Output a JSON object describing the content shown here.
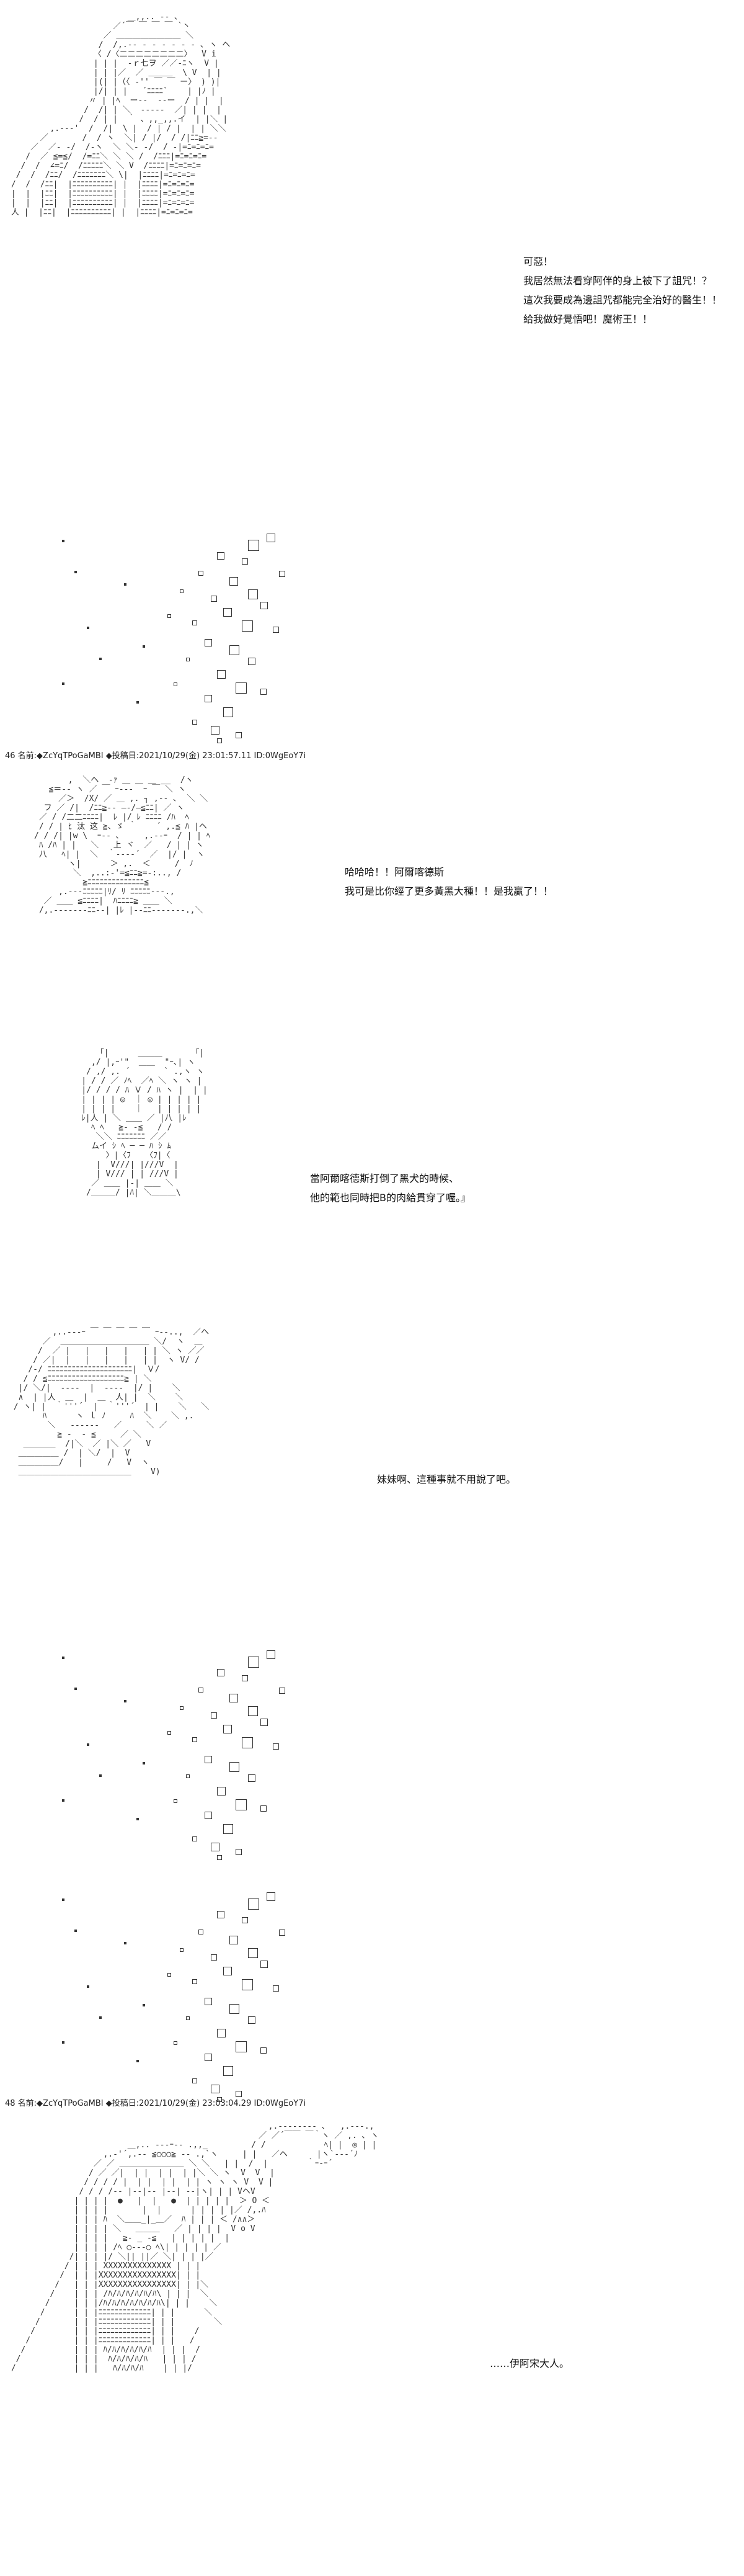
{
  "panel1": {
    "lines": [
      "可惡！",
      "我居然無法看穿阿伴的身上被下了詛咒！？",
      "這次我要成為邊詛咒都能完全治好的醫生！！",
      "給我做好覺悟吧！魔術王！！"
    ]
  },
  "post46": {
    "header": "46 名前:◆ZcYqTPoGaMBI ◆投稿日:2021/10/29(金) 23:01:57.11 ID:0WgEoY7i"
  },
  "panel2": {
    "lines": [
      "哈哈哈！！阿爾喀德斯",
      "我可是比你經了更多黃黑大種！！是我贏了！！"
    ]
  },
  "panel3": {
    "lines": [
      "當阿爾喀德斯打倒了黑犬的時候、",
      "他的範也同時把B的肉給貫穿了喔。』"
    ]
  },
  "panel4": {
    "lines": [
      "妹妹啊、這種事就不用說了吧。"
    ]
  },
  "post48": {
    "header": "48 名前:◆ZcYqTPoGaMBI ◆投稿日:2021/10/29(金) 23:03:04.29 ID:0WgEoY7i"
  },
  "panel5": {
    "lines": [
      "……伊阿宋大人。"
    ]
  }
}
